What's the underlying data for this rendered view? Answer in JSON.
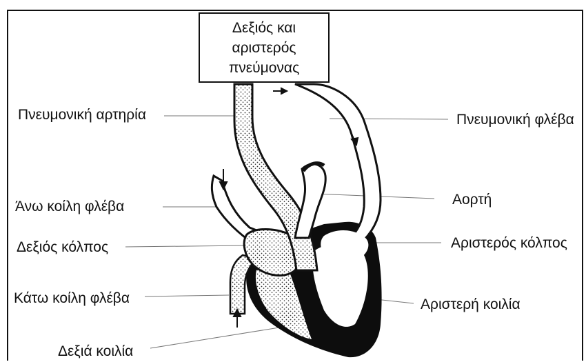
{
  "lungs_box": {
    "line1": "Δεξιός και",
    "line2": "αριστερός",
    "line3": "πνεύμονας"
  },
  "labels": {
    "pulmonary_artery": "Πνευμονική αρτηρία",
    "superior_vena_cava": "Άνω κοίλη φλέβα",
    "right_atrium": "Δεξιός κόλπος",
    "inferior_vena_cava": "Κάτω κοίλη φλέβα",
    "right_ventricle": "Δεξιά κοιλία",
    "pulmonary_vein": "Πνευμονική φλέβα",
    "aorta": "Αορτή",
    "left_atrium": "Αριστερός κόλπος",
    "left_ventricle": "Αριστερή κοιλία"
  }
}
